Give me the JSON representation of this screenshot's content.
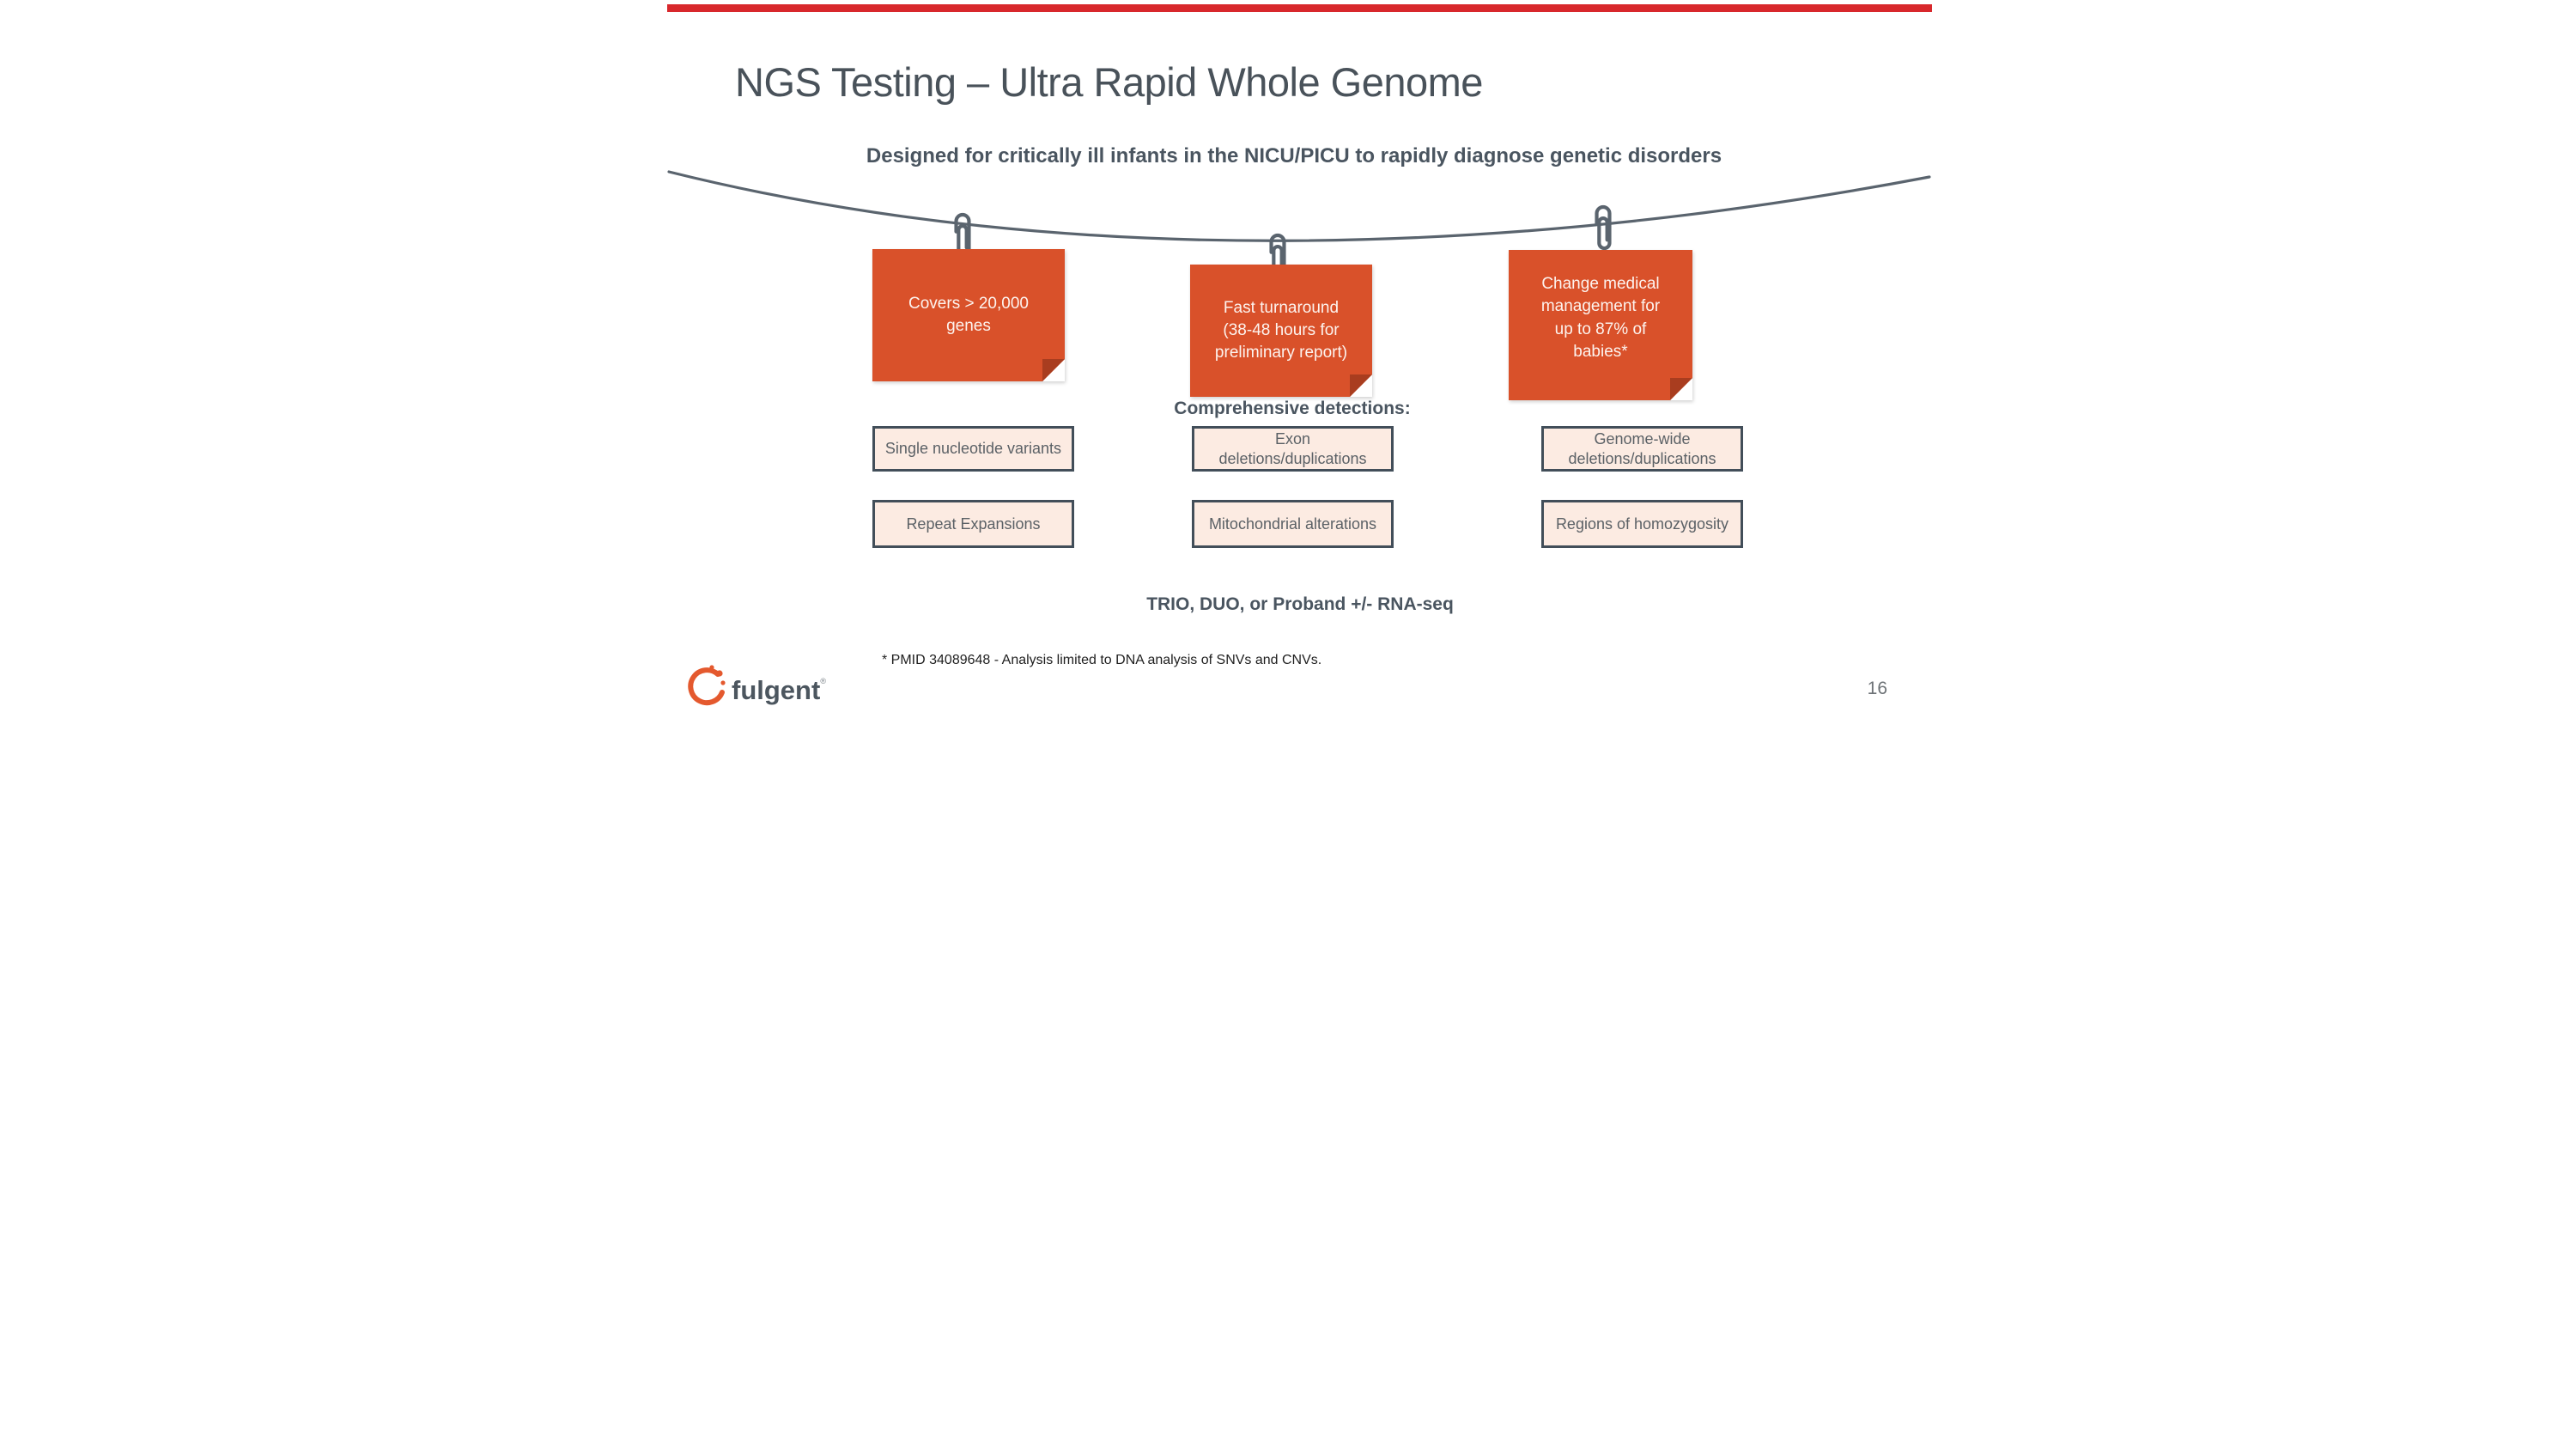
{
  "slide": {
    "title": "NGS Testing – Ultra Rapid Whole Genome",
    "subtitle": "Designed for critically ill infants in the NICU/PICU to rapidly diagnose genetic disorders",
    "notes": [
      {
        "text": "Covers > 20,000\ngenes"
      },
      {
        "text": "Fast turnaround\n(38-48 hours for\npreliminary report)"
      },
      {
        "text": "Change medical\nmanagement for\nup to 87% of\nbabies*"
      }
    ],
    "detections_heading": "Comprehensive detections:",
    "detections": [
      "Single nucleotide variants",
      "Exon\ndeletions/duplications",
      "Genome-wide\ndeletions/duplications",
      "Repeat Expansions",
      "Mitochondrial alterations",
      "Regions of homozygosity"
    ],
    "strategy_line": "TRIO, DUO, or Proband +/- RNA-seq",
    "footnote": "* PMID 34089648 - Analysis limited to DNA analysis of SNVs and CNVs.",
    "logo_text": "fulgent",
    "logo_reg_mark": "®",
    "page_number": "16",
    "colors": {
      "top_bar_red": "#d8282c",
      "note_orange": "#d9512a",
      "note_fold": "#a93d1f",
      "box_fill": "#fcebe2",
      "box_border": "#424e59",
      "line_gray": "#5a646e",
      "text_dark": "#4a5560",
      "logo_orange": "#e4592e"
    }
  }
}
